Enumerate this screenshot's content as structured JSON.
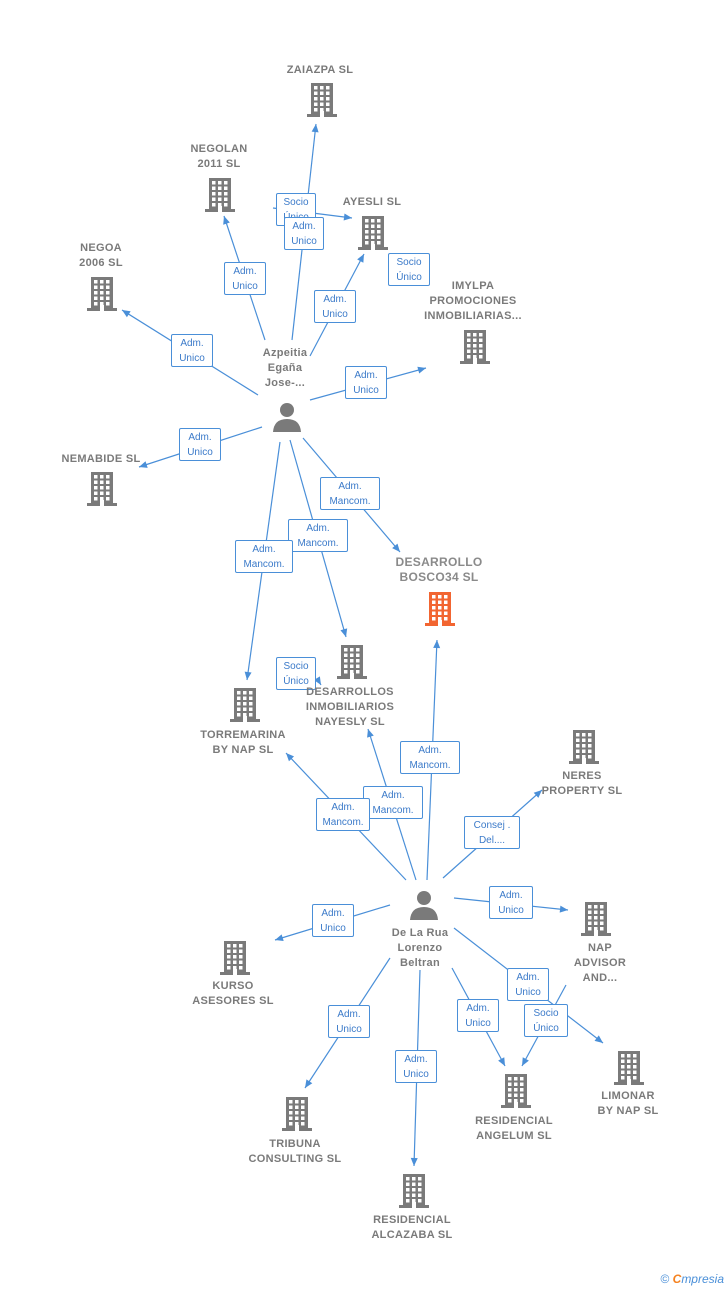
{
  "colors": {
    "edge": "#4a8fd8",
    "company": "#7a7a7a",
    "focus_company": "#f26531",
    "person": "#7a7a7a"
  },
  "nodes": [
    {
      "id": "zaiazpa",
      "type": "company",
      "label": "ZAIAZPA SL",
      "icon": "building-icon"
    },
    {
      "id": "negolan",
      "type": "company",
      "label": "NEGOLAN\n2011 SL",
      "icon": "building-icon"
    },
    {
      "id": "ayesli",
      "type": "company",
      "label": "AYESLI SL",
      "icon": "building-icon"
    },
    {
      "id": "negoa",
      "type": "company",
      "label": "NEGOA\n2006 SL",
      "icon": "building-icon"
    },
    {
      "id": "imylpa",
      "type": "company",
      "label": "IMYLPA\nPROMOCIONES\nINMOBILIARIAS...",
      "icon": "building-icon"
    },
    {
      "id": "azpeitia",
      "type": "person",
      "label": "Azpeitia\nEgaña\nJose-...",
      "icon": "person-icon"
    },
    {
      "id": "nemabide",
      "type": "company",
      "label": "NEMABIDE SL",
      "icon": "building-icon"
    },
    {
      "id": "desarrollo_bosco",
      "type": "company",
      "focus": true,
      "label": "DESARROLLO\nBOSCO34 SL",
      "icon": "building-icon"
    },
    {
      "id": "desarrollos_nayesly",
      "type": "company",
      "label": "DESARROLLOS\nINMOBILIARIOS\nNAYESLY SL",
      "icon": "building-icon"
    },
    {
      "id": "torremarina",
      "type": "company",
      "label": "TORREMARINA\nBY NAP SL",
      "icon": "building-icon"
    },
    {
      "id": "neres",
      "type": "company",
      "label": "NERES\nPROPERTY SL",
      "icon": "building-icon"
    },
    {
      "id": "delarua",
      "type": "person",
      "label": "De La Rua\nLorenzo\nBeltran",
      "icon": "person-icon"
    },
    {
      "id": "nap_advisor",
      "type": "company",
      "label": "NAP\nADVISOR\nAND...",
      "icon": "building-icon"
    },
    {
      "id": "kurso",
      "type": "company",
      "label": "KURSO\nASESORES SL",
      "icon": "building-icon"
    },
    {
      "id": "limonar",
      "type": "company",
      "label": "LIMONAR\nBY NAP SL",
      "icon": "building-icon"
    },
    {
      "id": "residencial_angelum",
      "type": "company",
      "label": "RESIDENCIAL\nANGELUM SL",
      "icon": "building-icon"
    },
    {
      "id": "tribuna",
      "type": "company",
      "label": "TRIBUNA\nCONSULTING SL",
      "icon": "building-icon"
    },
    {
      "id": "residencial_alcazaba",
      "type": "company",
      "label": "RESIDENCIAL\nALCAZABA SL",
      "icon": "building-icon"
    }
  ],
  "edges": [
    {
      "id": "e1",
      "label": "Socio\nÚnico"
    },
    {
      "id": "e2",
      "label": "Adm.\nUnico"
    },
    {
      "id": "e3",
      "label": "Adm.\nUnico"
    },
    {
      "id": "e4",
      "label": "Adm.\nUnico"
    },
    {
      "id": "e5",
      "label": "Socio\nÚnico"
    },
    {
      "id": "e6",
      "label": "Adm.\nUnico"
    },
    {
      "id": "e7",
      "label": "Adm.\nUnico"
    },
    {
      "id": "e8",
      "label": "Adm.\nUnico"
    },
    {
      "id": "e9",
      "label": "Adm.\nMancom."
    },
    {
      "id": "e10",
      "label": "Adm.\nMancom."
    },
    {
      "id": "e11",
      "label": "Adm.\nMancom."
    },
    {
      "id": "e12",
      "label": "Socio\nÚnico"
    },
    {
      "id": "e13",
      "label": "Adm.\nMancom."
    },
    {
      "id": "e14",
      "label": "Adm.\nMancom."
    },
    {
      "id": "e15",
      "label": "Adm.\nMancom."
    },
    {
      "id": "e16",
      "label": "Consej .\nDel...."
    },
    {
      "id": "e17",
      "label": "Adm.\nUnico"
    },
    {
      "id": "e18",
      "label": "Adm.\nUnico"
    },
    {
      "id": "e19",
      "label": "Adm.\nUnico"
    },
    {
      "id": "e20",
      "label": "Socio\nÚnico"
    },
    {
      "id": "e21",
      "label": "Adm.\nUnico"
    },
    {
      "id": "e22",
      "label": "Adm.\nUnico"
    },
    {
      "id": "e23",
      "label": "Adm.\nUnico"
    }
  ],
  "footer": {
    "copyright": "©",
    "brand_initial": "C",
    "brand_rest": "mpresia"
  }
}
